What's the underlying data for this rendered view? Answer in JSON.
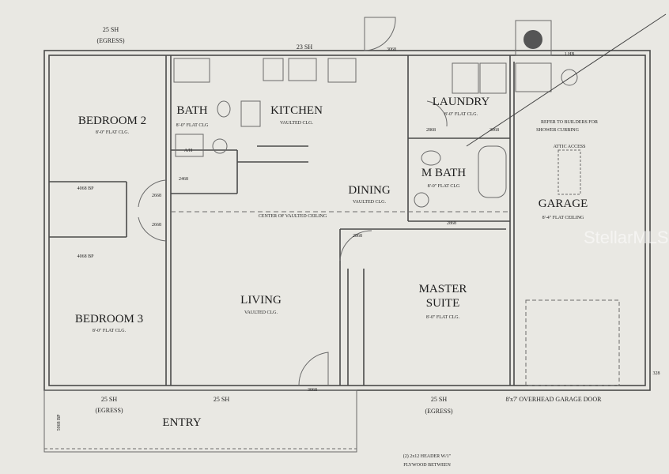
{
  "rooms": {
    "bedroom2": {
      "name": "BEDROOM 2",
      "ceiling": "8'-0\" FLAT CLG."
    },
    "bath": {
      "name": "BATH",
      "ceiling": "8'-0\" FLAT CLG"
    },
    "kitchen": {
      "name": "KITCHEN",
      "ceiling": "VAULTED CLG."
    },
    "laundry": {
      "name": "LAUNDRY",
      "ceiling": "8'-0\" FLAT CLG."
    },
    "m_bath": {
      "name": "M BATH",
      "ceiling": "8'-0\" FLAT CLG"
    },
    "garage": {
      "name": "GARAGE",
      "ceiling": "8'-4\" FLAT CEILING"
    },
    "dining": {
      "name": "DINING",
      "ceiling": "VAULTED CLG."
    },
    "living": {
      "name": "LIVING",
      "ceiling": "VAULTED CLG."
    },
    "master": {
      "name1": "MASTER",
      "name2": "SUITE",
      "ceiling": "8'-0\" FLAT CLG."
    },
    "bedroom3": {
      "name": "BEDROOM 3",
      "ceiling": "8'-0\" FLAT CLG."
    },
    "entry": {
      "name": "ENTRY"
    }
  },
  "windows": {
    "top_left": "25 SH",
    "top_left_note": "(EGRESS)",
    "kitchen": "23 SH",
    "bottom_left": "25 SH",
    "bottom_left_note": "(EGRESS)",
    "bottom_mid": "25 SH",
    "bottom_right": "25 SH",
    "bottom_right_note": "(EGRESS)"
  },
  "doors": {
    "rear": "3068",
    "laundry_a": "2868",
    "laundry_b": "3068",
    "bath": "2468",
    "bed2": "2668",
    "bed3": "2668",
    "master": "2868",
    "mbath": "2868",
    "front": "3068",
    "closet_top": "4068 BP",
    "closet_bottom": "4068 BP",
    "entry_side": "5068 BP"
  },
  "notes": {
    "vault_center": "CENTER OF VAULTED CEILING",
    "shower": [
      "REFER TO BUILDERS FOR",
      "SHOWER CURBING"
    ],
    "garage_door": "8'x7' OVERHEAD GARAGE DOOR",
    "header": [
      "(2) 2x12 HEADER W/1\"",
      "FLYWOOD BETWEEN"
    ],
    "hose_bib": "1 HB",
    "attic": "ATTIC ACCESS",
    "ac": "A/H",
    "dim": "328"
  },
  "watermark": "StellarMLS"
}
